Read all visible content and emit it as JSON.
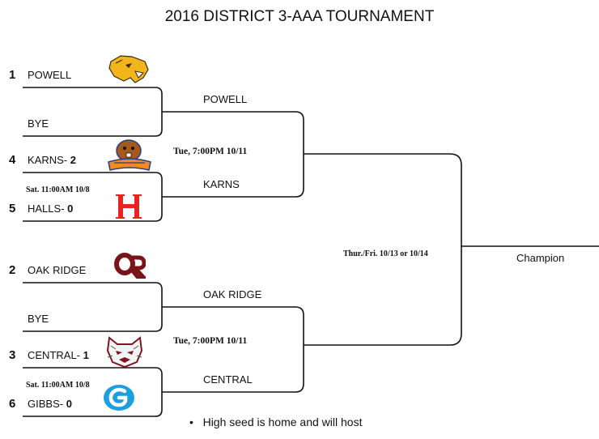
{
  "title": "2016 DISTRICT 3-AAA TOURNAMENT",
  "teams": [
    {
      "seed": "1",
      "name": "POWELL",
      "score": ""
    },
    {
      "seed": "",
      "name": "BYE",
      "score": ""
    },
    {
      "seed": "4",
      "name": "KARNS- ",
      "score": "2"
    },
    {
      "seed": "5",
      "name": "HALLS- ",
      "score": "0"
    },
    {
      "seed": "2",
      "name": "OAK RIDGE",
      "score": ""
    },
    {
      "seed": "",
      "name": "BYE",
      "score": ""
    },
    {
      "seed": "3",
      "name": "CENTRAL- ",
      "score": "1"
    },
    {
      "seed": "6",
      "name": "GIBBS- ",
      "score": "0"
    }
  ],
  "first_round_times": [
    "Sat. 11:00AM 10/8",
    "Sat. 11:00AM 10/8"
  ],
  "semifinal": {
    "advancers": [
      "POWELL",
      "KARNS",
      "OAK RIDGE",
      "CENTRAL"
    ],
    "times": [
      "Tue, 7:00PM 10/11",
      "Tue, 7:00PM 10/11"
    ]
  },
  "final": {
    "time": "Thur./Fri. 10/13 or 10/14",
    "champion_label": "Champion"
  },
  "note": {
    "bullet": "•",
    "text": "High seed is home and will host"
  },
  "logos": {
    "powell": "panther-logo",
    "karns": "beaver-logo",
    "halls": "letter-h-logo",
    "oak_ridge": "letters-or-logo",
    "central": "bobcat-logo",
    "gibbs": "letter-g-logo"
  },
  "colors": {
    "line": "#111111",
    "powell_gold": "#f2b51c",
    "karns_orange": "#f28a1e",
    "karns_blue": "#1e3f8f",
    "halls_red": "#e5251e",
    "oak_ridge_maroon": "#7a1418",
    "central_maroon": "#7d1622",
    "gibbs_blue": "#1aa0de"
  }
}
